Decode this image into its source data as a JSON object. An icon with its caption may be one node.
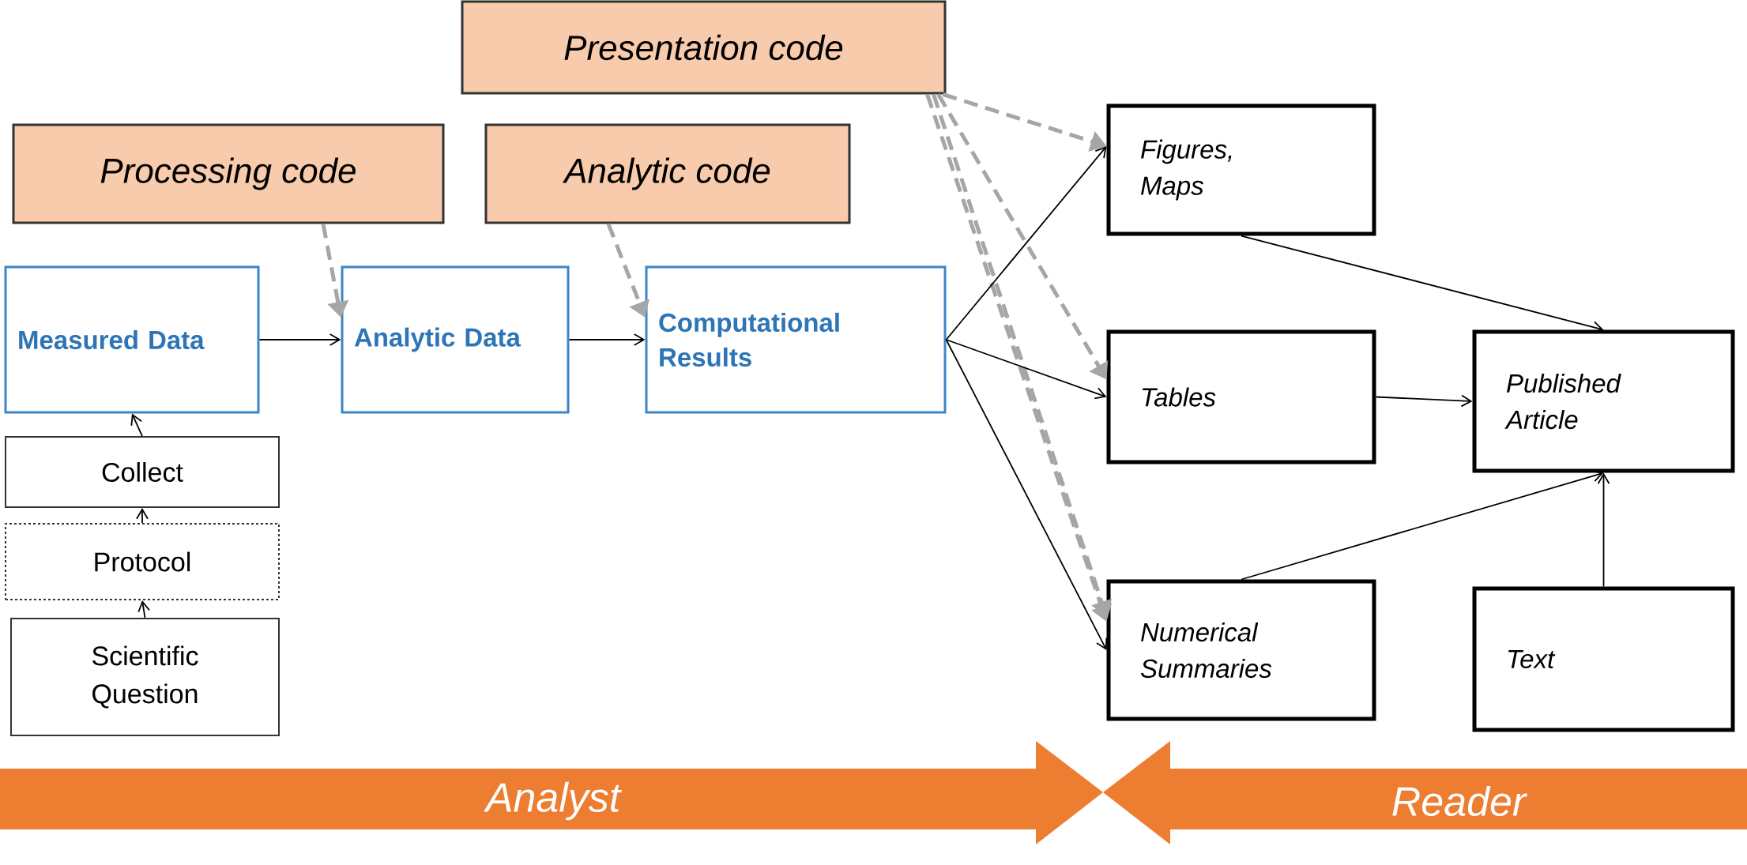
{
  "diagram": {
    "nodes": [
      {
        "text": [
          "Presentation code"
        ]
      },
      {
        "text": [
          "Processing code"
        ]
      },
      {
        "text": [
          "Analytic code"
        ]
      },
      {
        "text": [
          "Measured Data"
        ]
      },
      {
        "text": [
          "Analytic Data"
        ]
      },
      {
        "text": [
          "Computational Results"
        ]
      },
      {
        "text": [
          "Collect"
        ]
      },
      {
        "text": [
          "Protocol"
        ]
      },
      {
        "text": [
          "Scientific Question"
        ]
      },
      {
        "text": [
          "Figures, Maps"
        ]
      },
      {
        "text": [
          "Tables"
        ]
      },
      {
        "text": [
          "Numerical Summaries"
        ]
      },
      {
        "text": [
          "Published Article"
        ]
      },
      {
        "text": [
          "Text"
        ]
      },
      {
        "text": [
          "Analyst"
        ]
      },
      {
        "text": [
          "Reader"
        ]
      }
    ],
    "edges": [
      {
        "from": 1,
        "to": 4,
        "arrow": "to",
        "style": "dashed",
        "color": "#a6a6a6"
      },
      {
        "from": 2,
        "to": 5,
        "arrow": "to",
        "style": "dashed",
        "color": "#a6a6a6"
      },
      {
        "from": 0,
        "to": 9,
        "arrow": "to",
        "style": "dashed",
        "color": "#a6a6a6"
      },
      {
        "from": 0,
        "to": 10,
        "arrow": "to",
        "style": "dashed",
        "color": "#a6a6a6"
      },
      {
        "from": 0,
        "to": 11,
        "arrow": "to",
        "style": "dashed",
        "color": "#a6a6a6"
      },
      {
        "from": 0,
        "to": 11,
        "arrow": "to",
        "style": "dashed",
        "color": "#a6a6a6"
      },
      {
        "from": 3,
        "to": 4,
        "arrow": "to"
      },
      {
        "from": 4,
        "to": 5,
        "arrow": "to"
      },
      {
        "from": 5,
        "to": 9,
        "arrow": "to"
      },
      {
        "from": 5,
        "to": 10,
        "arrow": "to"
      },
      {
        "from": 5,
        "to": 11,
        "arrow": "to"
      },
      {
        "from": 9,
        "to": 12,
        "arrow": "to"
      },
      {
        "from": 10,
        "to": 12,
        "arrow": "to"
      },
      {
        "from": 11,
        "to": 12,
        "arrow": "to"
      },
      {
        "from": 13,
        "to": 12,
        "arrow": "to"
      },
      {
        "from": 6,
        "to": 3,
        "arrow": "to"
      },
      {
        "from": 7,
        "to": 6,
        "arrow": "to"
      },
      {
        "from": 8,
        "to": 7,
        "arrow": "to"
      }
    ]
  }
}
